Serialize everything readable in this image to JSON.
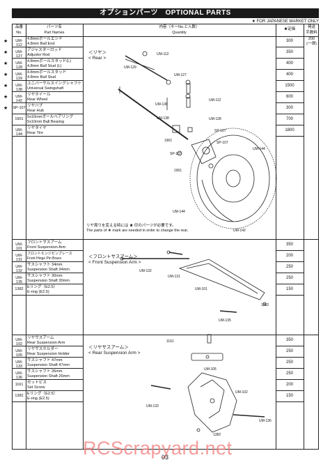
{
  "title": "オプションパーツ　OPTIONAL PARTS",
  "market_note": "★ FOR JAPANESE MARKET ONLY",
  "headers": {
    "no_jp": "品番",
    "no_en": "No.",
    "name_jp": "パーツ名",
    "name_en": "Part Names",
    "qty_jp": "内容（キーNo.と入数）",
    "qty_en": "Quantity",
    "price": "★定価",
    "send_jp": "発送",
    "send_sub": "手数料"
  },
  "sections": [
    {
      "rows": [
        {
          "star": "★",
          "no": "UM-112",
          "name_jp": "4.8mmボールエンド",
          "name_en": "4.8mm Ball End",
          "price": "300",
          "qty": "200",
          "qty2": "(一律)"
        },
        {
          "star": "★",
          "no": "UM-127",
          "name_jp": "アジャスターロッド",
          "name_en": "Adjuster Rod",
          "price": "350"
        },
        {
          "star": "★",
          "no": "UM-128",
          "name_jp": "4.8mmボールスタッド(L)",
          "name_en": "4.8mm Ball Stud (L)",
          "price": "400"
        },
        {
          "star": "★",
          "no": "UM-129",
          "name_jp": "4.8mmボールスタッド",
          "name_en": "4.8mm Ball Stud",
          "price": "400"
        },
        {
          "star": "★",
          "no": "UM-138",
          "name_jp": "ユニバーサルスイングシャフト",
          "name_en": "Universal Swingshaft",
          "price": "1500"
        },
        {
          "star": "★",
          "no": "UM-142",
          "name_jp": "リヤホイール",
          "name_en": "Rear Wheel",
          "price": "600"
        },
        {
          "star": "★",
          "no": "SP-107",
          "name_jp": "リヤハブ",
          "name_en": "Rear Hub",
          "price": "300"
        },
        {
          "star": "",
          "no": "1901",
          "name_jp": "5x10mmボールベアリング",
          "name_en": "5x10mm Ball Bearing",
          "price": "700"
        },
        {
          "star": "",
          "no": "UM-144",
          "name_jp": "リヤタイヤ",
          "name_en": "Rear Tire",
          "price": "1800"
        }
      ],
      "label_jp": "＜リヤ＞",
      "label_en": "< Rear >",
      "note_jp": "リヤ周りを変える時には ★ 印のパーツが必要です。",
      "note_en": "The parts of ★ mark are needed in order to change the rear.",
      "tags": [
        "UM-112",
        "UM-129",
        "UM-127",
        "UM-138",
        "UM-112",
        "UM-138",
        "UM-128",
        "SP-107",
        "1901",
        "SP-107",
        "UM-144",
        "SP-107",
        "1901",
        "UM-144",
        "UM-142"
      ]
    },
    {
      "rows": [
        {
          "star": "",
          "no": "UM-101",
          "name_jp": "フロントサスアーム",
          "name_en": "Front Suspension Arm",
          "price": "350"
        },
        {
          "star": "",
          "no": "UM-131",
          "name_jp": "フロントヒンジピンブレース",
          "name_en": "Front Hinge Pin Brace",
          "price": "200"
        },
        {
          "star": "",
          "no": "UM-132",
          "name_jp": "サスシャフト 34mm",
          "name_en": "Suspension Shaft 34mm",
          "price": "250"
        },
        {
          "star": "",
          "no": "UM-135",
          "name_jp": "サスシャフト 30mm",
          "name_en": "Suspension Shaft 30mm",
          "price": "250"
        },
        {
          "star": "",
          "no": "1382",
          "name_jp": "Eリング（E2.5）",
          "name_en": "E-ring (E2.5)",
          "price": "150"
        }
      ],
      "label_jp": "＜フロントサスアーム＞",
      "label_en": "< Front Suspension Arm >",
      "tags": [
        "UM-132",
        "UM-131",
        "UM-101",
        "1382",
        "UM-135"
      ]
    },
    {
      "rows": [
        {
          "star": "",
          "no": "UM-102",
          "name_jp": "リヤサスアーム",
          "name_en": "Rear Suspension Arm",
          "price": "350"
        },
        {
          "star": "",
          "no": "UM-105",
          "name_jp": "リヤサスホルダー",
          "name_en": "Rear Suspension Holder",
          "price": "250"
        },
        {
          "star": "",
          "no": "UM-133",
          "name_jp": "サスシャフト 47mm",
          "name_en": "Suspension Shaft 47mm",
          "price": "250"
        },
        {
          "star": "",
          "no": "UM-136",
          "name_jp": "サスシャフト 26mm",
          "name_en": "Suspension Shaft 26mm",
          "price": "250"
        },
        {
          "star": "",
          "no": "1161",
          "name_jp": "セットビス",
          "name_en": "Set Screw",
          "price": "200"
        },
        {
          "star": "",
          "no": "1382",
          "name_jp": "Eリング（E2.5）",
          "name_en": "E-ring (E2.5)",
          "price": "150"
        }
      ],
      "label_jp": "＜リヤサスアーム＞",
      "label_en": "< Rear Suspension Arm >",
      "tags": [
        "1161",
        "UM-105",
        "UM-102",
        "UM-133",
        "UM-136",
        "1382"
      ]
    }
  ],
  "page_number": "03",
  "watermark": "RCScrapyard.net"
}
